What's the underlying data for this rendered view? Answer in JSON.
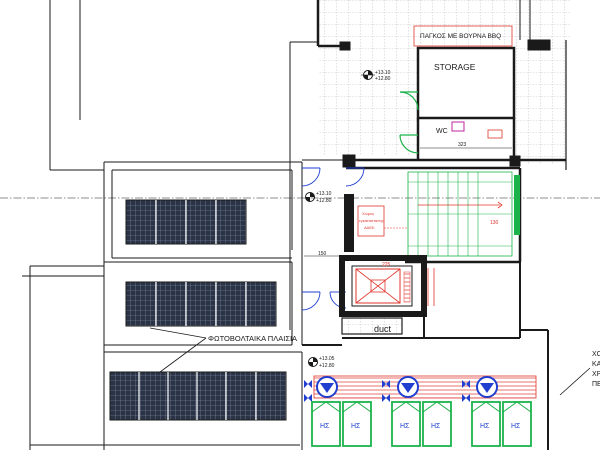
{
  "labels": {
    "bbq": "ΠΑΓΚΟΣ ΜΕ ΒΟΥΡΝΑ BBQ",
    "storage": "STORAGE",
    "wc": "WC",
    "pv": "ΦΩΤΟΒΟΛΤΑΙΚΑ ΠΛΑΙΣΙΑ",
    "duct": "duct",
    "elev_top_a": "+13.10",
    "elev_top_b": "+12.80",
    "elev_mid_a": "+13.10",
    "elev_mid_b": "+12.80",
    "elev_low_a": "+13.05",
    "elev_low_b": "+12.80",
    "dim_323": "323",
    "dim_150": "150",
    "dim_225": "225",
    "dim_130": "130",
    "note_line1": "Χώρος",
    "note_line2": "εγκατάστασης",
    "note_line3": "ΑΑΕΚ",
    "edge_note": [
      "ΧΟ",
      "ΚΑ",
      "ΧΡ",
      "ΠΕ"
    ],
    "heater_label": "ΗΣ"
  },
  "colors": {
    "line": "#1a1a1a",
    "red": "#e0362c",
    "green": "#1bb34a",
    "blue": "#1f3fd0",
    "panel": "#2b3446",
    "grid_hatch": "#9a9a9a"
  }
}
